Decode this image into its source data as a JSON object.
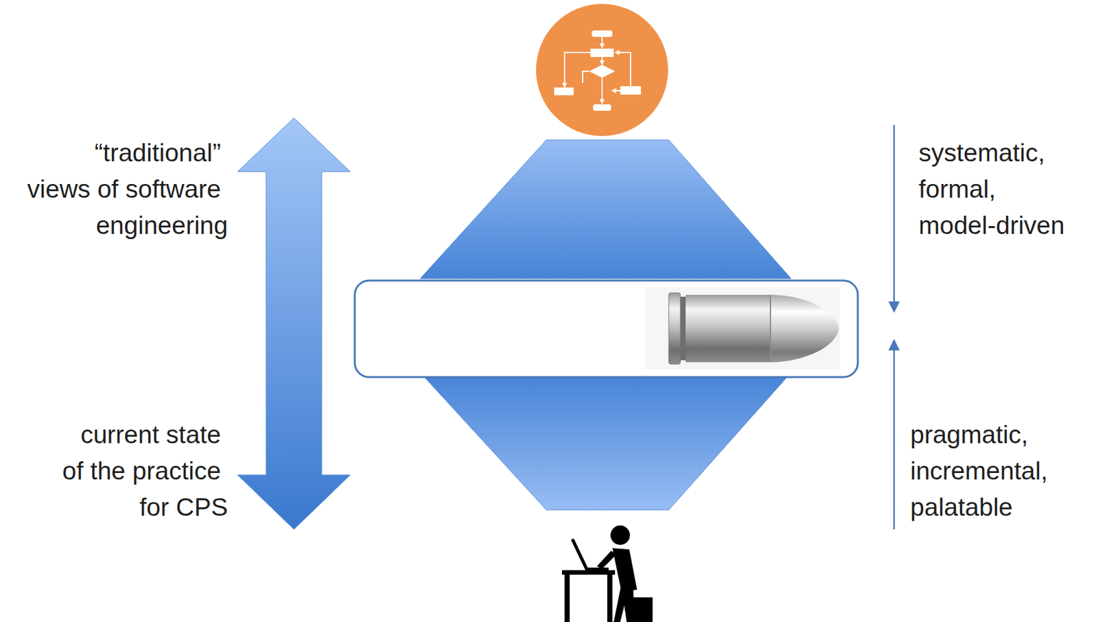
{
  "diagram": {
    "labels": [
      "“traditional” views of software engineering",
      "current state of the practice for CPS",
      "systematic, formal, model-driven",
      "pragmatic, incremental, palatable"
    ]
  }
}
